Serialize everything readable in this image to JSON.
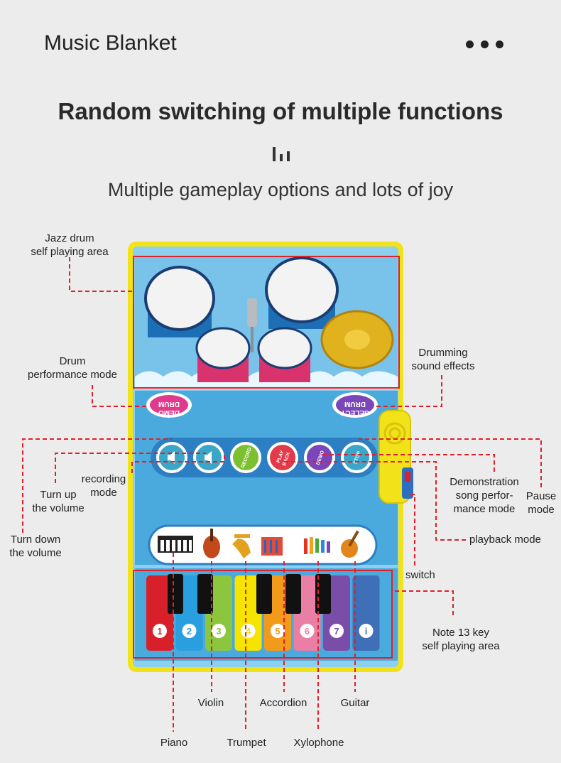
{
  "header": {
    "title": "Music Blanket",
    "more_icon": "more-horizontal-icon"
  },
  "headline": "Random switching of multiple functions",
  "divider_icon": "equalizer-bars-icon",
  "subheadline": "Multiple gameplay options and lots of joy",
  "mat": {
    "drum_demo_label": [
      "DRUM",
      "DEMO"
    ],
    "drum_select_label": [
      "DRUM",
      "SELECT"
    ],
    "buttons": [
      {
        "label": "",
        "icon": "volume-down-icon",
        "color": "#3aa7c9"
      },
      {
        "label": "",
        "icon": "volume-up-icon",
        "color": "#3aa7c9"
      },
      {
        "label": "RECORD",
        "color": "#7cbf2f"
      },
      {
        "label": "PLAY BACK",
        "color": "#e33a4a"
      },
      {
        "label": "DEMO",
        "color": "#7a46b8"
      },
      {
        "label": "STOP",
        "color": "#3aa7c9"
      }
    ],
    "keys": [
      {
        "number": "1",
        "color": "#d8202a"
      },
      {
        "number": "2",
        "color": "#2a9fe0"
      },
      {
        "number": "3",
        "color": "#8cc63f"
      },
      {
        "number": "4",
        "color": "#f4e400"
      },
      {
        "number": "5",
        "color": "#f29a1c"
      },
      {
        "number": "6",
        "color": "#ea7fa6"
      },
      {
        "number": "7",
        "color": "#7a4ea8"
      },
      {
        "number": "i",
        "color": "#3f6fb6"
      }
    ]
  },
  "labels": {
    "jazz_drum": [
      "Jazz drum",
      "self playing area"
    ],
    "drum_performance": [
      "Drum",
      "performance mode"
    ],
    "drumming_effects": [
      "Drumming",
      "sound effects"
    ],
    "recording_mode": [
      "recording",
      "mode"
    ],
    "turn_up": [
      "Turn up",
      "the volume"
    ],
    "turn_down": [
      "Turn down",
      "the volume"
    ],
    "demonstration": [
      "Demonstration",
      "song perfor-",
      "mance mode"
    ],
    "pause": [
      "Pause",
      "mode"
    ],
    "playback": "playback mode",
    "switch": "switch",
    "note_keys": [
      "Note 13 key",
      "self playing area"
    ],
    "violin": "Violin",
    "accordion": "Accordion",
    "guitar": "Guitar",
    "piano": "Piano",
    "trumpet": "Trumpet",
    "xylophone": "Xylophone"
  },
  "colors": {
    "annotation": "#e0202a",
    "mat_frame": "#f2e21a",
    "mat_blue": "#8ccfef"
  }
}
